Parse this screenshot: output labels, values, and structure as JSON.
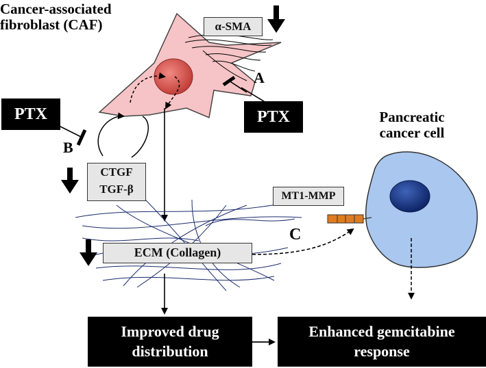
{
  "labels": {
    "caf_title_line1": "Cancer-associated",
    "caf_title_line2": "fibroblast (CAF)",
    "cancer_cell_line1": "Pancreatic",
    "cancer_cell_line2": "cancer cell",
    "path_a": "A",
    "path_b": "B",
    "path_c": "C"
  },
  "boxes": {
    "alpha_sma": "α-SMA",
    "ctgf": "CTGF",
    "tgf_beta": "TGF-β",
    "mt1_mmp": "MT1-MMP",
    "ecm": "ECM (Collagen)",
    "ptx_top": "PTX",
    "ptx_left": "PTX",
    "drug_line1": "Improved drug",
    "drug_line2": "distribution",
    "response_line1": "Enhanced gemcitabine",
    "response_line2": "response"
  },
  "colors": {
    "caf_fill": "#f4c2c2",
    "caf_nucleus": "#d9534f",
    "cancer_fill": "#aac8f0",
    "cancer_nucleus": "#1f3c88",
    "collagen": "#1a2a6c",
    "mt1_mmp_marker": "#e07b20"
  }
}
